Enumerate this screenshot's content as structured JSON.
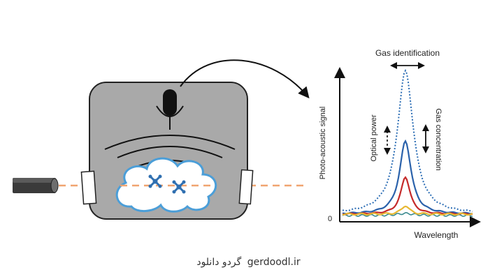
{
  "diagram": {
    "gas_identification_label": "Gas identification",
    "optical_power_label": "Optical power",
    "gas_concentration_label": "Gas concentration",
    "y_axis_label": "Photo-acoustic signal",
    "x_axis_label": "Wavelength",
    "zero_tick_label": "0"
  },
  "watermark": {
    "site": "gerdoodl.ir",
    "persian_text": "گردو دانلود"
  },
  "colors": {
    "chamber_fill": "#a9a9a9",
    "beam": "#f0a470",
    "cloud_outline": "#4b9ed8",
    "molecule": "#2f6fb0",
    "series_dotted": "#2a6cb4",
    "series_blue": "#2b62ab",
    "series_red": "#c52a2a",
    "series_yellow": "#e8b832",
    "series_teal": "#3a8a8e"
  },
  "chart_data": {
    "type": "line",
    "xlabel": "Wavelength",
    "ylabel": "Photo-acoustic signal",
    "y_tick": "0",
    "series": [
      {
        "style": "dotted",
        "color": "#2a6cb4",
        "peak": 1.0
      },
      {
        "style": "solid",
        "color": "#2b62ab",
        "peak": 0.51
      },
      {
        "style": "solid",
        "color": "#c52a2a",
        "peak": 0.26
      },
      {
        "style": "solid",
        "color": "#e8b832",
        "peak": 0.06
      }
    ]
  }
}
